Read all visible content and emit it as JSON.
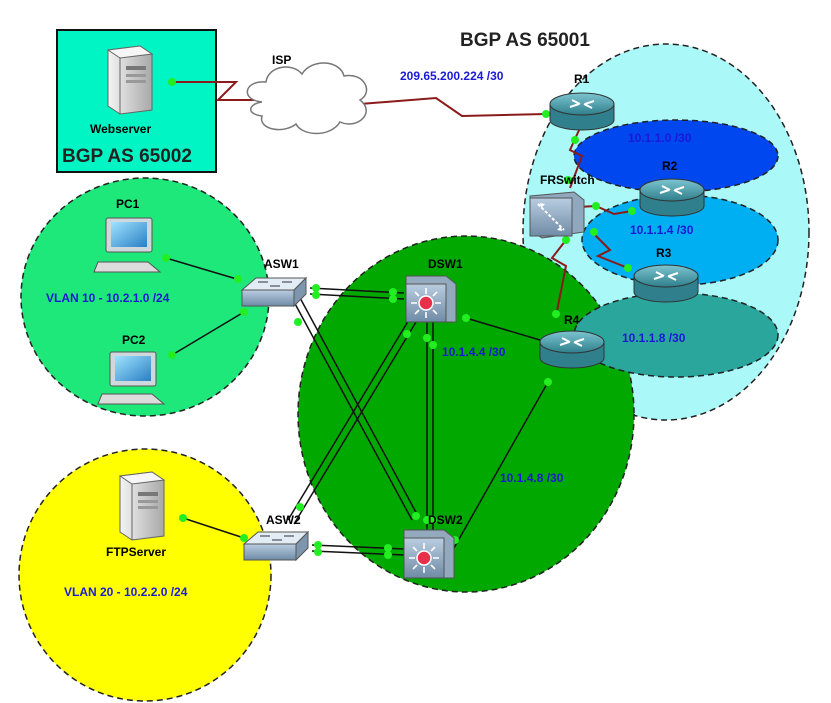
{
  "titles": {
    "bgp_as_65001": "BGP AS 65001",
    "bgp_as_65002": "BGP AS 65002"
  },
  "devices": {
    "webserver": "Webserver",
    "isp": "ISP",
    "r1": "R1",
    "r2": "R2",
    "r3": "R3",
    "r4": "R4",
    "frswitch": "FRSwitch",
    "pc1": "PC1",
    "pc2": "PC2",
    "asw1": "ASW1",
    "asw2": "ASW2",
    "dsw1": "DSW1",
    "dsw2": "DSW2",
    "ftpserver": "FTPServer"
  },
  "networks": {
    "isp_r1": "209.65.200.224 /30",
    "r1_net": "10.1.1.0 /30",
    "r2_net": "10.1.1.4 /30",
    "r3_net": "10.1.1.8 /30",
    "dsw1_r4": "10.1.4.4 /30",
    "dsw2_r4": "10.1.4.8 /30",
    "vlan10": "VLAN 10 - 10.2.1.0 /24",
    "vlan20": "VLAN 20 - 10.2.2.0 /24"
  },
  "colors": {
    "as65001_zone": "#aaf8f8",
    "as65002_box": "#00f5c4",
    "vlan10_zone": "#1ee87a",
    "vlan20_zone": "#ffff00",
    "core_zone": "#00a800",
    "r1_net": "#0047f0",
    "r2_net": "#00aef2",
    "r3_net": "#2aa69c",
    "serial_link": "#8b1a1a",
    "port_dot": "#22ee22"
  }
}
